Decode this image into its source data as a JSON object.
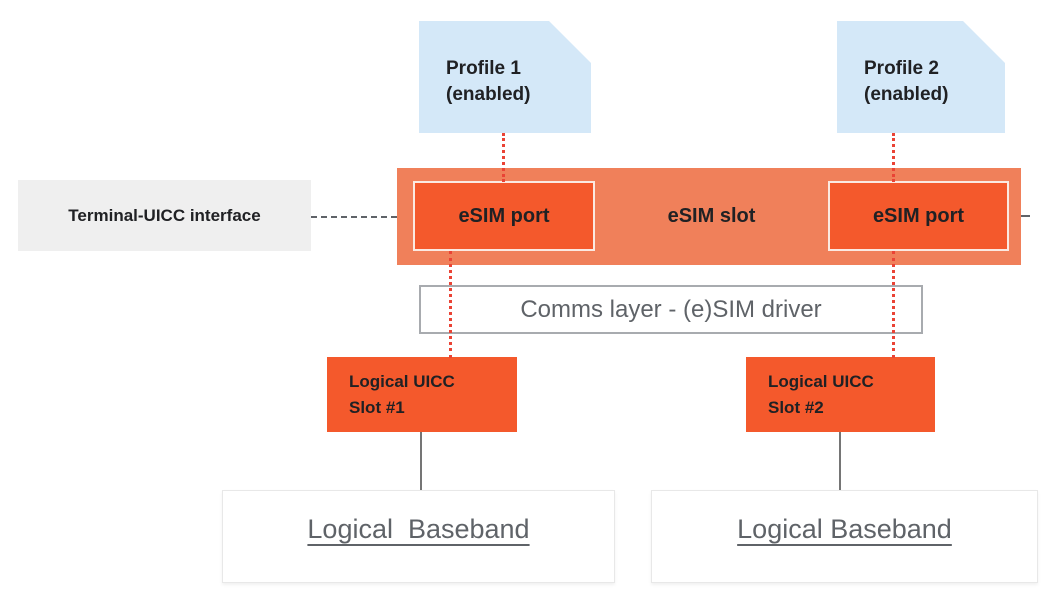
{
  "diagram": {
    "profiles": [
      {
        "title": "Profile 1",
        "subtitle": "(enabled)"
      },
      {
        "title": "Profile 2",
        "subtitle": "(enabled)"
      }
    ],
    "terminal_interface_label": "Terminal-UICC interface",
    "esim_slot_label": "eSIM slot",
    "esim_ports": [
      {
        "label": "eSIM port"
      },
      {
        "label": "eSIM port"
      }
    ],
    "comms_layer_label": "Comms layer - (e)SIM driver",
    "uicc_slots": [
      {
        "line1": "Logical UICC",
        "line2": "Slot #1"
      },
      {
        "line1": "Logical UICC",
        "line2": "Slot #2"
      }
    ],
    "basebands": [
      {
        "label": "Logical  Baseband"
      },
      {
        "label": "Logical Baseband"
      }
    ],
    "colors": {
      "profile_bg": "#D4E8F8",
      "slot_bg": "#F0805A",
      "port_bg": "#F4592C",
      "port_border": "#FBE9E1",
      "terminal_bg": "#EFEFEF",
      "comms_border": "#A8ABAF",
      "baseband_border": "#E8E8E8",
      "connector_red": "#EA4335",
      "connector_gray": "#5F6368",
      "text_dark": "#202124",
      "text_gray": "#5F6368"
    }
  }
}
